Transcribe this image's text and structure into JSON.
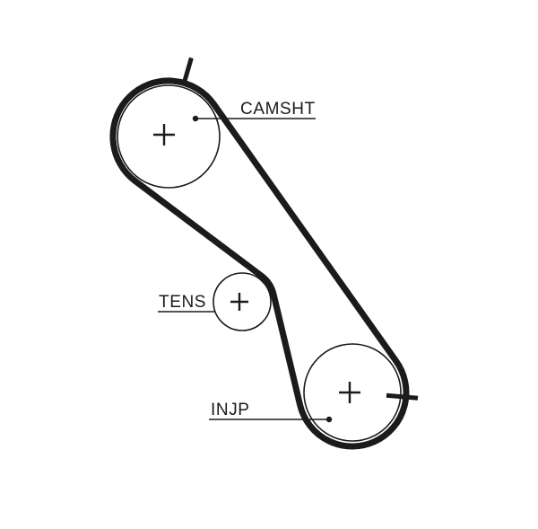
{
  "diagram": {
    "type": "timing-belt-routing",
    "background": "#ffffff",
    "line_color": "#1b1b1b",
    "labels": {
      "camshaft": "CAMSHT",
      "tensioner": "TENS",
      "injection_pump": "INJP"
    }
  }
}
